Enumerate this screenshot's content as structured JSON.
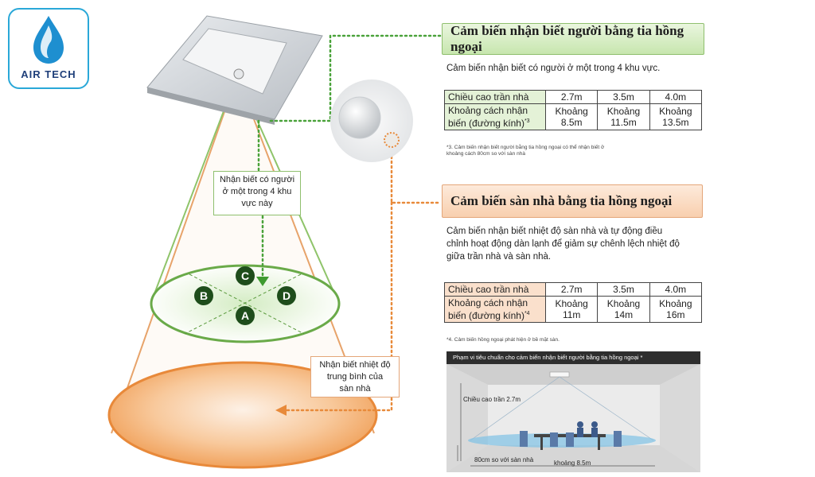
{
  "brand": {
    "name": "AIR TECH",
    "logo_color": "#2aa8d8"
  },
  "colors": {
    "green": "#3e9a2f",
    "orange": "#e88a3a",
    "zone_dark": "#1e4d1b"
  },
  "sensor1": {
    "title": "Cảm biến nhận biết người bằng tia hồng ngoại",
    "description": "Cảm biến nhận biết có người ở một trong 4 khu vực.",
    "table": {
      "row1_label": "Chiều cao trần nhà",
      "heights": [
        "2.7m",
        "3.5m",
        "4.0m"
      ],
      "row2_label_line1": "Khoảng cách nhận",
      "row2_label_line2": "biến (đường kính)",
      "row2_note": "*3",
      "cell_prefix": "Khoảng",
      "distances": [
        "8.5m",
        "11.5m",
        "13.5m"
      ]
    },
    "footnote_line1": "*3. Cảm biến nhận biết người bằng tia hồng ngoại có thể nhận biết ở",
    "footnote_line2": "khoảng cách 80cm so với sàn nhà"
  },
  "sensor2": {
    "title": "Cảm biến sàn nhà bằng tia hồng ngoại",
    "description_line1": "Cảm biến nhận biết nhiệt độ sàn nhà và tự động điều",
    "description_line2": "chỉnh hoạt động dàn lạnh để giảm sự chênh lệch nhiệt độ",
    "description_line3": "giữa trần nhà và sàn nhà.",
    "table": {
      "row1_label": "Chiều cao trần nhà",
      "heights": [
        "2.7m",
        "3.5m",
        "4.0m"
      ],
      "row2_label_line1": "Khoảng cách nhận",
      "row2_label_line2": "biến (đường kính)",
      "row2_note": "*4",
      "cell_prefix": "Khoảng",
      "distances": [
        "11m",
        "14m",
        "16m"
      ]
    },
    "footnote": "*4. Cảm biến hồng ngoại phát hiện ở bề mặt sàn."
  },
  "callout_people": {
    "line1": "Nhận biết có người",
    "line2": "ở một trong 4 khu",
    "line3": "vực này"
  },
  "callout_floor": {
    "line1": "Nhận biết nhiệt độ",
    "line2": "trung bình của",
    "line3": "sàn nhà"
  },
  "zones": [
    "A",
    "B",
    "C",
    "D"
  ],
  "panel": {
    "title": "Phạm vi tiêu chuẩn cho cảm biến nhận biết người bằng tia hồng ngoại *",
    "ceiling_label": "Chiều cao trần 2.7m",
    "floor_label": "80cm so với sàn nhà",
    "distance_label": "khoảng 8.5m"
  }
}
